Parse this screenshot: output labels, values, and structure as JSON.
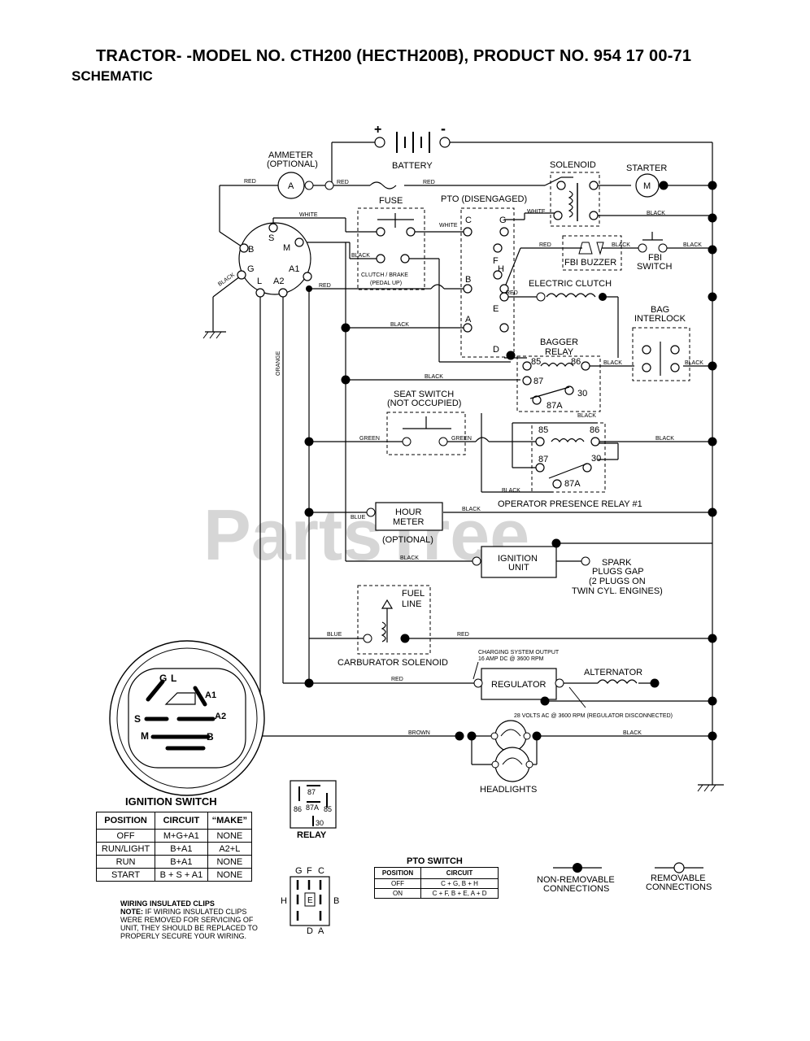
{
  "header": {
    "title": "TRACTOR- -MODEL NO. CTH200 (HECTH200B), PRODUCT NO. 954 17 00-71",
    "subtitle": "SCHEMATIC"
  },
  "watermark": "PartsTree",
  "components": {
    "battery": "BATTERY",
    "battery_plus": "+",
    "battery_minus": "-",
    "ammeter_1": "AMMETER",
    "ammeter_2": "(OPTIONAL)",
    "ammeter_letter": "A",
    "fuse": "FUSE",
    "solenoid": "SOLENOID",
    "starter": "STARTER",
    "starter_letter": "M",
    "pto": "PTO (DISENGAGED)",
    "clutch_brake_1": "CLUTCH / BRAKE",
    "clutch_brake_2": "(PEDAL UP)",
    "fbi_buzzer": "FBI BUZZER",
    "fbi_switch_1": "FBI",
    "fbi_switch_2": "SWITCH",
    "electric_clutch": "ELECTRIC CLUTCH",
    "bag_interlock_1": "BAG",
    "bag_interlock_2": "INTERLOCK",
    "bagger_relay_1": "BAGGER",
    "bagger_relay_2": "RELAY",
    "seat_switch_1": "SEAT SWITCH",
    "seat_switch_2": "(NOT OCCUPIED)",
    "operator_relay": "OPERATOR PRESENCE RELAY #1",
    "hour_meter_1": "HOUR",
    "hour_meter_2": "METER",
    "hour_meter_3": "(OPTIONAL)",
    "ignition_unit_1": "IGNITION",
    "ignition_unit_2": "UNIT",
    "spark_1": "SPARK",
    "spark_2": "PLUGS GAP",
    "spark_3": "(2 PLUGS ON",
    "spark_4": "TWIN CYL. ENGINES)",
    "fuel_1": "FUEL",
    "fuel_2": "LINE",
    "carb_solenoid": "CARBURATOR SOLENOID",
    "charging_1": "CHARGING SYSTEM OUTPUT",
    "charging_2": "16 AMP DC @ 3600 RPM",
    "regulator": "REGULATOR",
    "alternator": "ALTERNATOR",
    "ac_note": "28 VOLTS AC @ 3600 RPM (REGULATOR DISCONNECTED)",
    "headlights": "HEADLIGHTS"
  },
  "terminals": {
    "switch": [
      "B",
      "S",
      "M",
      "G",
      "L",
      "A2",
      "A1"
    ],
    "pto": [
      "C",
      "G",
      "F",
      "H",
      "B",
      "E",
      "A",
      "D"
    ],
    "relay": [
      "85",
      "86",
      "87",
      "30",
      "87A"
    ]
  },
  "wire_colors": {
    "red": "RED",
    "white": "WHITE",
    "black": "BLACK",
    "green": "GREEN",
    "orange": "ORANGE",
    "blue": "BLUE",
    "brown": "BROWN"
  },
  "ignition_switch": {
    "caption": "IGNITION SWITCH",
    "face_labels": [
      "G",
      "L",
      "A1",
      "A2",
      "S",
      "M",
      "B"
    ],
    "headers": [
      "POSITION",
      "CIRCUIT",
      "“MAKE”"
    ],
    "rows": [
      [
        "OFF",
        "M+G+A1",
        "NONE"
      ],
      [
        "RUN/LIGHT",
        "B+A1",
        "A2+L"
      ],
      [
        "RUN",
        "B+A1",
        "NONE"
      ],
      [
        "START",
        "B + S + A1",
        "NONE"
      ]
    ]
  },
  "relay_legend": {
    "caption": "RELAY",
    "pins": [
      "87",
      "87A",
      "86",
      "85",
      "30"
    ]
  },
  "pto_switch": {
    "caption": "PTO SWITCH",
    "face_labels": [
      "G",
      "F",
      "C",
      "H",
      "E",
      "B",
      "D",
      "A"
    ],
    "headers": [
      "POSITION",
      "CIRCUIT"
    ],
    "rows": [
      [
        "OFF",
        "C + G, B + H"
      ],
      [
        "ON",
        "C + F, B + E, A + D"
      ]
    ]
  },
  "legend": {
    "non_removable_1": "NON-REMOVABLE",
    "non_removable_2": "CONNECTIONS",
    "removable_1": "REMOVABLE",
    "removable_2": "CONNECTIONS"
  },
  "note": {
    "heading": "WIRING INSULATED CLIPS",
    "label": "NOTE:",
    "text": "IF WIRING INSULATED CLIPS WERE REMOVED FOR SERVICING OF UNIT, THEY SHOULD BE REPLACED TO PROPERLY SECURE YOUR WIRING."
  }
}
